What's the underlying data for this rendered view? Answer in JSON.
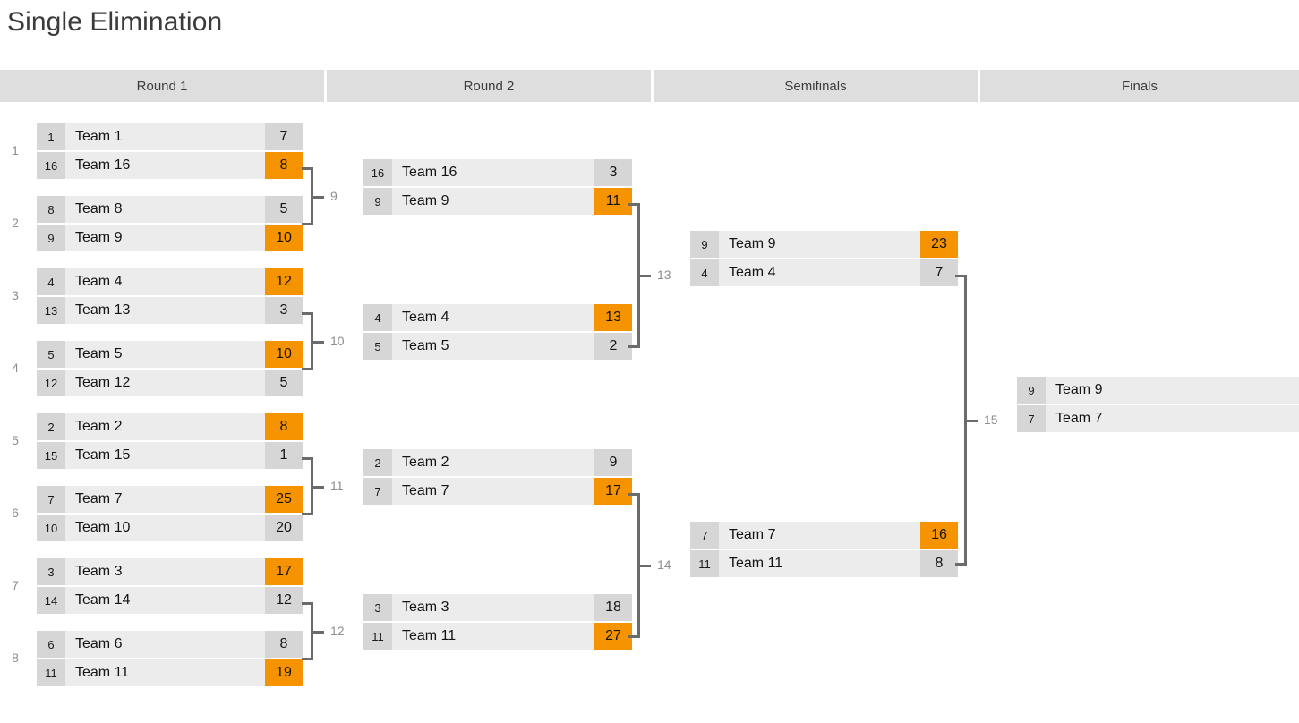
{
  "page": {
    "title": "Single Elimination",
    "accent_win_color": "#f59300",
    "row_bg_color": "#ececec",
    "seed_bg_color": "#d6d6d6",
    "score_bg_color": "#d6d6d6",
    "header_bg_color": "#dedede",
    "connector_color": "#6b6b6b",
    "label_color": "#8e8e8e"
  },
  "rounds": [
    {
      "label": "Round 1"
    },
    {
      "label": "Round 2"
    },
    {
      "label": "Semifinals"
    },
    {
      "label": "Finals"
    }
  ],
  "left_indices": [
    "1",
    "2",
    "3",
    "4",
    "5",
    "6",
    "7",
    "8"
  ],
  "matches": [
    {
      "id": "1",
      "round": 0,
      "top": [
        {
          "seed": "1",
          "team": "Team 1",
          "score": "7",
          "winner": false
        }
      ],
      "bottom": [
        {
          "seed": "16",
          "team": "Team 16",
          "score": "8",
          "winner": true
        }
      ]
    },
    {
      "id": "2",
      "round": 0,
      "top": [
        {
          "seed": "8",
          "team": "Team 8",
          "score": "5",
          "winner": false
        }
      ],
      "bottom": [
        {
          "seed": "9",
          "team": "Team 9",
          "score": "10",
          "winner": true
        }
      ]
    },
    {
      "id": "3",
      "round": 0,
      "top": [
        {
          "seed": "4",
          "team": "Team 4",
          "score": "12",
          "winner": true
        }
      ],
      "bottom": [
        {
          "seed": "13",
          "team": "Team 13",
          "score": "3",
          "winner": false
        }
      ]
    },
    {
      "id": "4",
      "round": 0,
      "top": [
        {
          "seed": "5",
          "team": "Team 5",
          "score": "10",
          "winner": true
        }
      ],
      "bottom": [
        {
          "seed": "12",
          "team": "Team 12",
          "score": "5",
          "winner": false
        }
      ]
    },
    {
      "id": "5",
      "round": 0,
      "top": [
        {
          "seed": "2",
          "team": "Team 2",
          "score": "8",
          "winner": true
        }
      ],
      "bottom": [
        {
          "seed": "15",
          "team": "Team 15",
          "score": "1",
          "winner": false
        }
      ]
    },
    {
      "id": "6",
      "round": 0,
      "top": [
        {
          "seed": "7",
          "team": "Team 7",
          "score": "25",
          "winner": true
        }
      ],
      "bottom": [
        {
          "seed": "10",
          "team": "Team 10",
          "score": "20",
          "winner": false
        }
      ]
    },
    {
      "id": "7",
      "round": 0,
      "top": [
        {
          "seed": "3",
          "team": "Team 3",
          "score": "17",
          "winner": true
        }
      ],
      "bottom": [
        {
          "seed": "14",
          "team": "Team 14",
          "score": "12",
          "winner": false
        }
      ]
    },
    {
      "id": "8",
      "round": 0,
      "top": [
        {
          "seed": "6",
          "team": "Team 6",
          "score": "8",
          "winner": false
        }
      ],
      "bottom": [
        {
          "seed": "11",
          "team": "Team 11",
          "score": "19",
          "winner": true
        }
      ]
    },
    {
      "id": "9",
      "round": 1,
      "top": [
        {
          "seed": "16",
          "team": "Team 16",
          "score": "3",
          "winner": false
        }
      ],
      "bottom": [
        {
          "seed": "9",
          "team": "Team 9",
          "score": "11",
          "winner": true
        }
      ]
    },
    {
      "id": "10",
      "round": 1,
      "top": [
        {
          "seed": "4",
          "team": "Team 4",
          "score": "13",
          "winner": true
        }
      ],
      "bottom": [
        {
          "seed": "5",
          "team": "Team 5",
          "score": "2",
          "winner": false
        }
      ]
    },
    {
      "id": "11",
      "round": 1,
      "top": [
        {
          "seed": "2",
          "team": "Team 2",
          "score": "9",
          "winner": false
        }
      ],
      "bottom": [
        {
          "seed": "7",
          "team": "Team 7",
          "score": "17",
          "winner": true
        }
      ]
    },
    {
      "id": "12",
      "round": 1,
      "top": [
        {
          "seed": "3",
          "team": "Team 3",
          "score": "18",
          "winner": false
        }
      ],
      "bottom": [
        {
          "seed": "11",
          "team": "Team 11",
          "score": "27",
          "winner": true
        }
      ]
    },
    {
      "id": "13",
      "round": 2,
      "top": [
        {
          "seed": "9",
          "team": "Team 9",
          "score": "23",
          "winner": true
        }
      ],
      "bottom": [
        {
          "seed": "4",
          "team": "Team 4",
          "score": "7",
          "winner": false
        }
      ]
    },
    {
      "id": "14",
      "round": 2,
      "top": [
        {
          "seed": "7",
          "team": "Team 7",
          "score": "16",
          "winner": true
        }
      ],
      "bottom": [
        {
          "seed": "11",
          "team": "Team 11",
          "score": "8",
          "winner": false
        }
      ]
    },
    {
      "id": "15",
      "round": 3,
      "top": [
        {
          "seed": "9",
          "team": "Team 9",
          "score": "",
          "winner": false
        }
      ],
      "bottom": [
        {
          "seed": "7",
          "team": "Team 7",
          "score": "",
          "winner": false
        }
      ]
    }
  ],
  "connector_labels": [
    "9",
    "10",
    "11",
    "12",
    "13",
    "14",
    "15"
  ]
}
